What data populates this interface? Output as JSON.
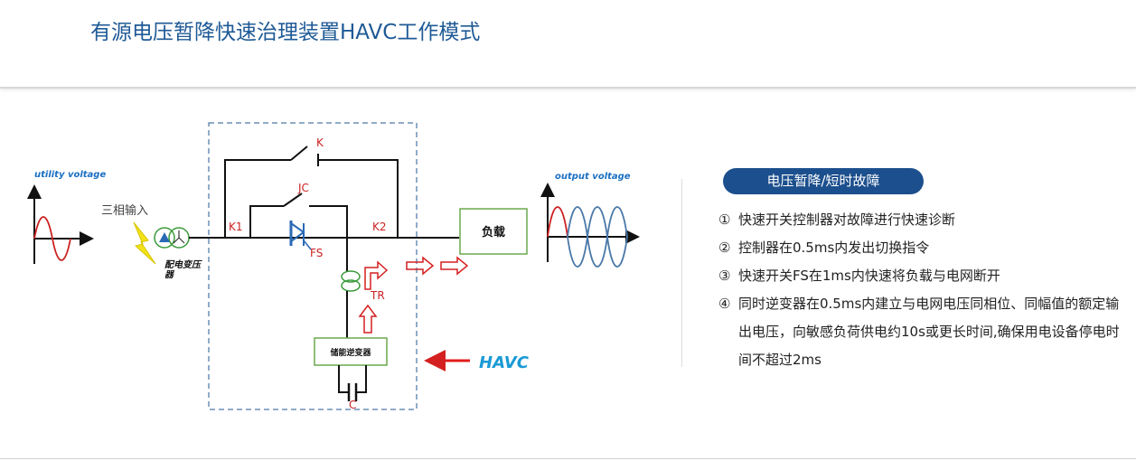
{
  "title": "有源电压暂降快速治理装置HAVC工作模式",
  "diagram": {
    "utility_voltage_label": "utility voltage",
    "output_voltage_label": "output voltage",
    "three_phase_input": "三相输入",
    "transformer_label": "配电变压器",
    "k_label": "K",
    "jc_label": "JC",
    "k1_label": "K1",
    "k2_label": "K2",
    "fs_label": "FS",
    "tr_label": "TR",
    "c_label": "C",
    "load_label": "负载",
    "inverter_label": "储能逆变器",
    "havc_label": "HAVC"
  },
  "panel": {
    "badge": "电压暂降/短时故障",
    "steps": [
      {
        "num": "①",
        "text": "快速开关控制器对故障进行快速诊断"
      },
      {
        "num": "②",
        "text": "控制器在0.5ms内发出切换指令"
      },
      {
        "num": "③",
        "text": "快速开关FS在1ms内快速将负载与电网断开"
      },
      {
        "num": "④",
        "text": "同时逆变器在0.5ms内建立与电网电压同相位、同幅值的额定输出电压，向敏感负荷供电约10s或更长时间,确保用电设备停电时间不超过2ms"
      }
    ]
  },
  "colors": {
    "title": "#1f5a96",
    "badge": "#1c4f8d",
    "wire": "#111111",
    "box_border": "#6aa84f",
    "dashed_frame": "#6b8fb5",
    "red": "#cc2222",
    "blue_wave": "#4a78a8",
    "label_blue": "#1a6fc2"
  }
}
